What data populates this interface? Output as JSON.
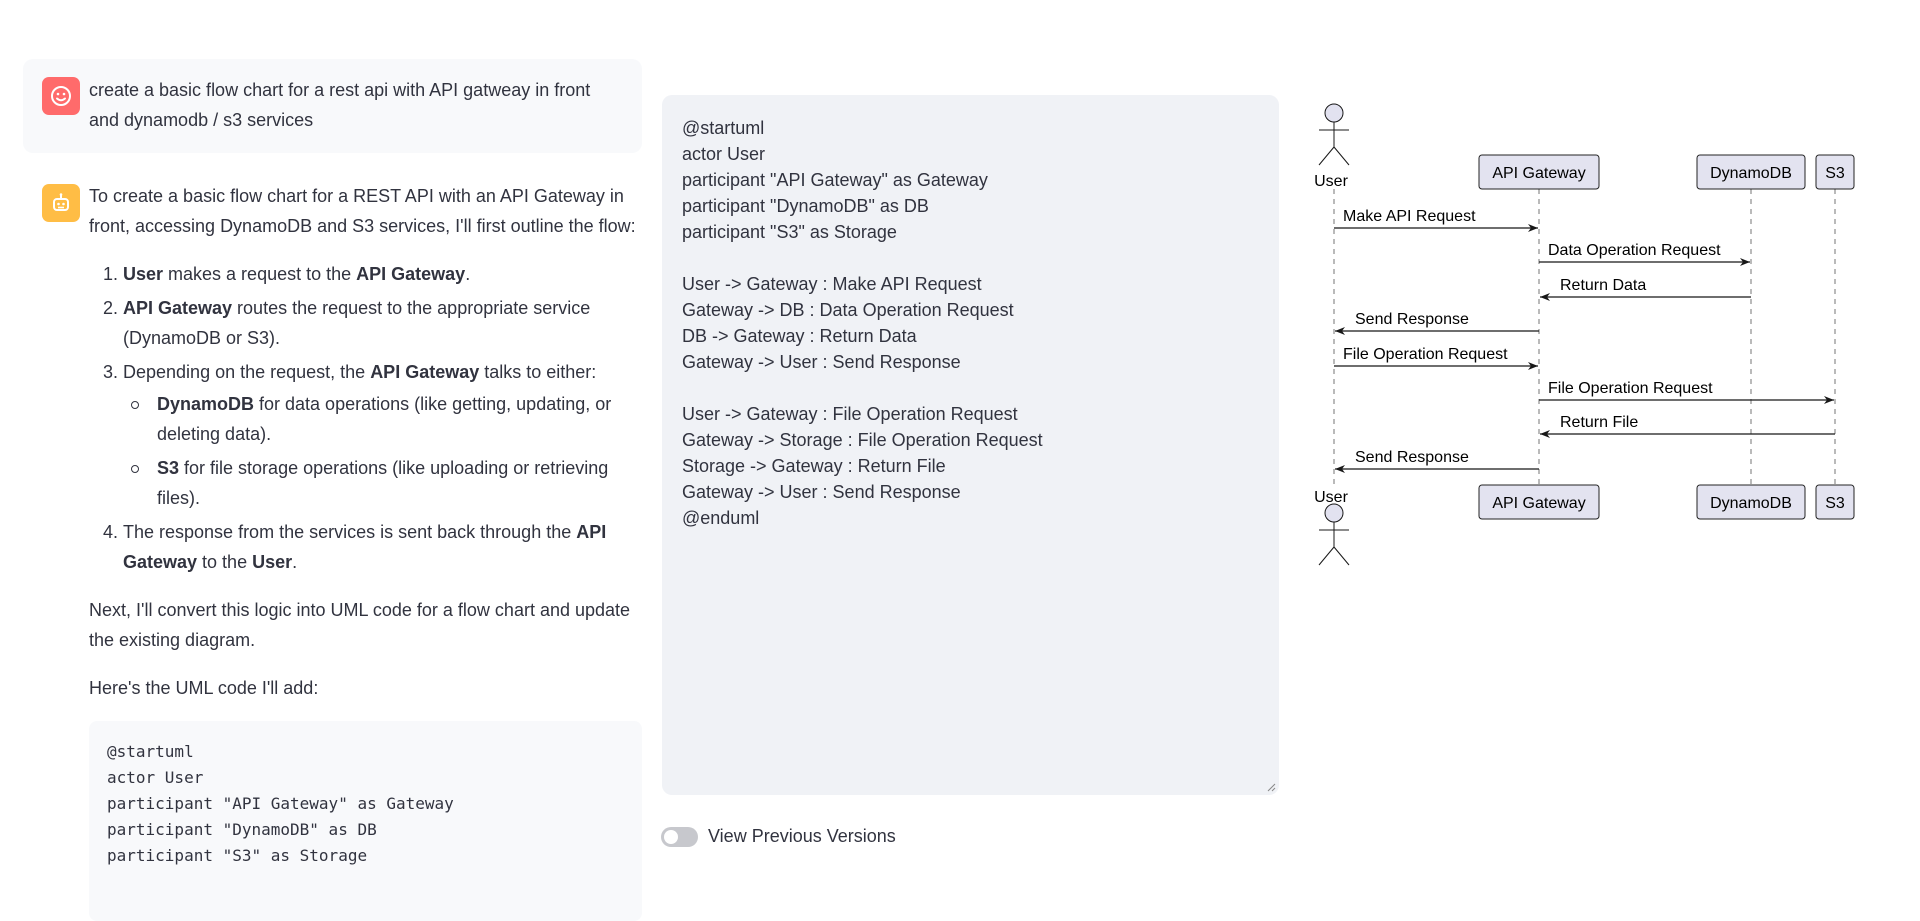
{
  "chat": {
    "user_message": "create a basic flow chart for a rest api with API gatweay in front and dynamodb / s3 services",
    "assistant": {
      "intro": "To create a basic flow chart for a REST API with an API Gateway in front, accessing DynamoDB and S3 services, I'll first outline the flow:",
      "steps": [
        {
          "pre": "",
          "bold": "User",
          "post": " makes a request to the ",
          "bold2": "API Gateway",
          "post2": "."
        },
        {
          "pre": "",
          "bold": "API Gateway",
          "post": " routes the request to the appropriate service (DynamoDB or S3).",
          "bold2": "",
          "post2": ""
        },
        {
          "pre": "Depending on the request, the ",
          "bold": "API Gateway",
          "post": " talks to either:",
          "bold2": "",
          "post2": ""
        },
        {
          "pre": "The response from the services is sent back through the ",
          "bold": "API Gateway",
          "post": " to the ",
          "bold2": "User",
          "post2": "."
        }
      ],
      "sub_items": [
        {
          "bold": "DynamoDB",
          "text": " for data operations (like getting, updating, or deleting data)."
        },
        {
          "bold": "S3",
          "text": " for file storage operations (like uploading or retrieving files)."
        }
      ],
      "next": "Next, I'll convert this logic into UML code for a flow chart and update the existing diagram.",
      "code_intro": "Here's the UML code I'll add:",
      "code": "@startuml\nactor User\nparticipant \"API Gateway\" as Gateway\nparticipant \"DynamoDB\" as DB\nparticipant \"S3\" as Storage"
    }
  },
  "editor": {
    "lines": [
      "@startuml",
      "actor User",
      "participant \"API Gateway\" as Gateway",
      "participant \"DynamoDB\" as DB",
      "participant \"S3\" as Storage",
      "",
      "User -> Gateway : Make API Request",
      "Gateway -> DB : Data Operation Request",
      "DB -> Gateway : Return Data",
      "Gateway -> User : Send Response",
      "",
      "User -> Gateway : File Operation Request",
      "Gateway -> Storage : File Operation Request",
      "Storage -> Gateway : Return File",
      "Gateway -> User : Send Response",
      "@enduml"
    ]
  },
  "toggle": {
    "label": "View Previous Versions",
    "on": false
  },
  "diagram": {
    "participants": [
      "User",
      "API Gateway",
      "DynamoDB",
      "S3"
    ],
    "messages": [
      {
        "from": 0,
        "to": 1,
        "label": "Make API Request"
      },
      {
        "from": 1,
        "to": 2,
        "label": "Data Operation Request"
      },
      {
        "from": 2,
        "to": 1,
        "label": "Return Data"
      },
      {
        "from": 1,
        "to": 0,
        "label": "Send Response"
      },
      {
        "from": 0,
        "to": 1,
        "label": "File Operation Request"
      },
      {
        "from": 1,
        "to": 3,
        "label": "File Operation Request"
      },
      {
        "from": 3,
        "to": 1,
        "label": "Return File"
      },
      {
        "from": 1,
        "to": 0,
        "label": "Send Response"
      }
    ]
  },
  "colors": {
    "user_avatar": "#ff6b6b",
    "bot_avatar": "#ffbd45",
    "participant_fill": "#e2e2f0",
    "participant_stroke": "#181818"
  }
}
